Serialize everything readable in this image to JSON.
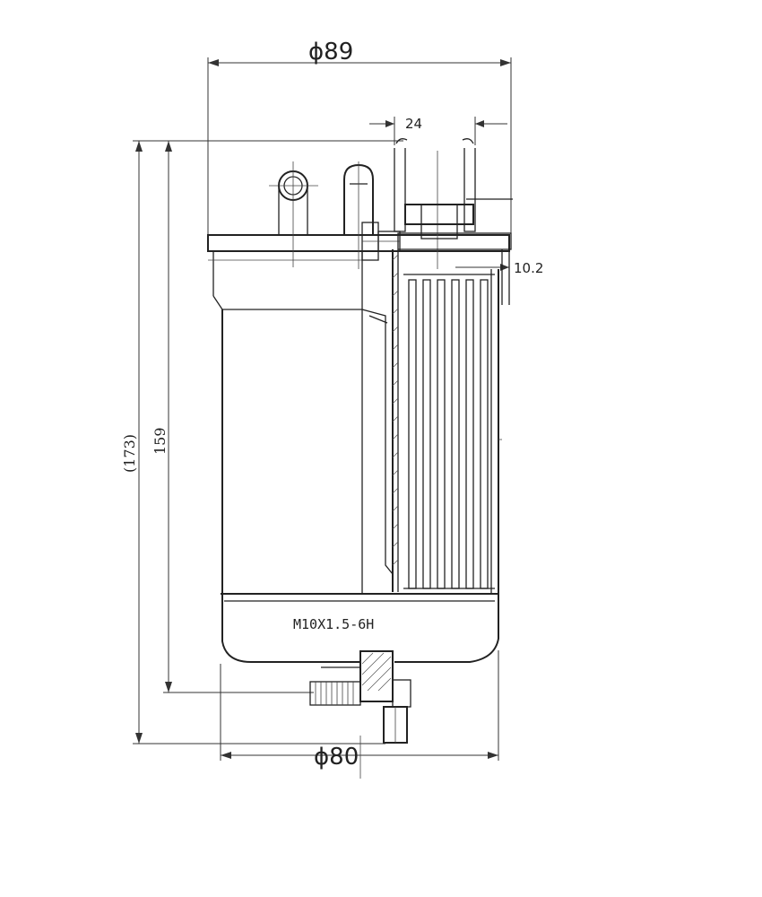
{
  "dimensions": {
    "top_diameter": "ϕ89",
    "bottom_diameter": "ϕ80",
    "outer_height": "(173)",
    "inner_height": "159",
    "port_width": "24",
    "flange_offset": "10.2",
    "thread_spec": "M10X1.5-6H"
  }
}
